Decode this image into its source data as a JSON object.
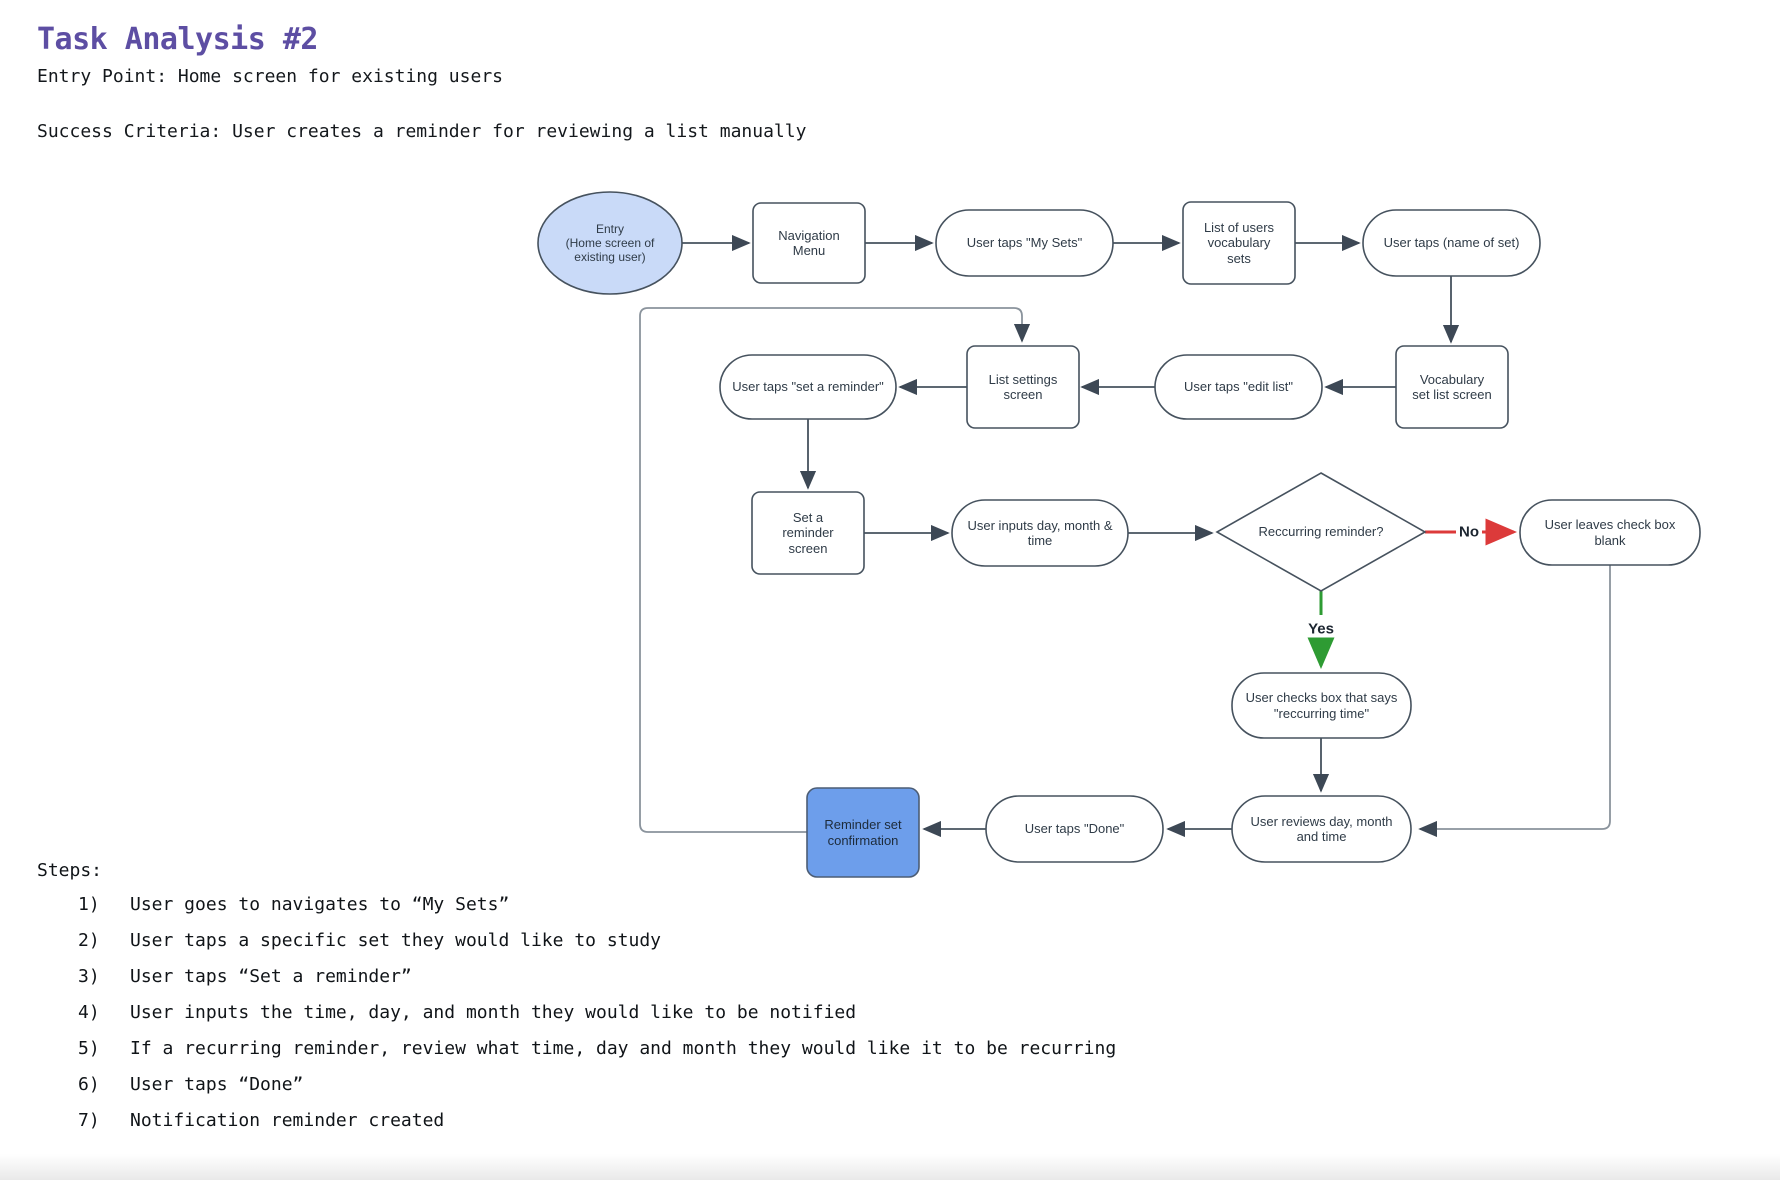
{
  "page": {
    "title": "Task Analysis #2",
    "entry_point": "Entry Point: Home screen for existing users",
    "success_criteria": "Success Criteria: User creates a reminder for reviewing a list manually",
    "steps_label": "Steps:",
    "steps": [
      {
        "num": "1)",
        "text": "User goes to navigates to “My Sets”"
      },
      {
        "num": "2)",
        "text": "User taps a specific set they would like to study"
      },
      {
        "num": "3)",
        "text": "User taps “Set a reminder”"
      },
      {
        "num": "4)",
        "text": "User inputs the time, day, and month they would like to be notified"
      },
      {
        "num": "5)",
        "text": "If a recurring reminder, review what time, day and month they would like it to be recurring"
      },
      {
        "num": "6)",
        "text": "User taps “Done”"
      },
      {
        "num": "7)",
        "text": "Notification reminder created"
      }
    ]
  },
  "flowchart": {
    "nodes": {
      "entry": "Entry\n(Home screen of\nexisting user)",
      "navigation_menu": "Navigation\nMenu",
      "taps_my_sets": "User taps \"My Sets\"",
      "list_of_sets": "List of users\nvocabulary\nsets",
      "taps_name_of_set": "User taps (name of set)",
      "vocab_set_list": "Vocabulary\nset list screen",
      "taps_edit_list": "User taps \"edit list\"",
      "list_settings": "List settings\nscreen",
      "taps_set_reminder": "User taps \"set a reminder\"",
      "set_reminder_screen": "Set a\nreminder\nscreen",
      "inputs_day_month_time": "User inputs day, month &\ntime",
      "recurring_decision": "Reccurring reminder?",
      "leaves_checkbox_blank": "User leaves check box\nblank",
      "checks_recurring_box": "User checks box that says\n\"reccurring time\"",
      "reviews_day_month_time": "User reviews day, month\nand time",
      "taps_done": "User taps \"Done\"",
      "reminder_confirmation": "Reminder set\nconfirmation"
    },
    "edge_labels": {
      "yes": "Yes",
      "no": "No"
    },
    "colors": {
      "title_purple": "#5d4ea3",
      "node_border": "#46525e",
      "entry_fill": "#c9daf8",
      "confirmation_fill": "#6d9eeb",
      "edge_dark": "#46525e",
      "edge_loop_gray": "#8a939c",
      "edge_no_red": "#dc3a3a",
      "edge_yes_green": "#2e9b33"
    }
  }
}
